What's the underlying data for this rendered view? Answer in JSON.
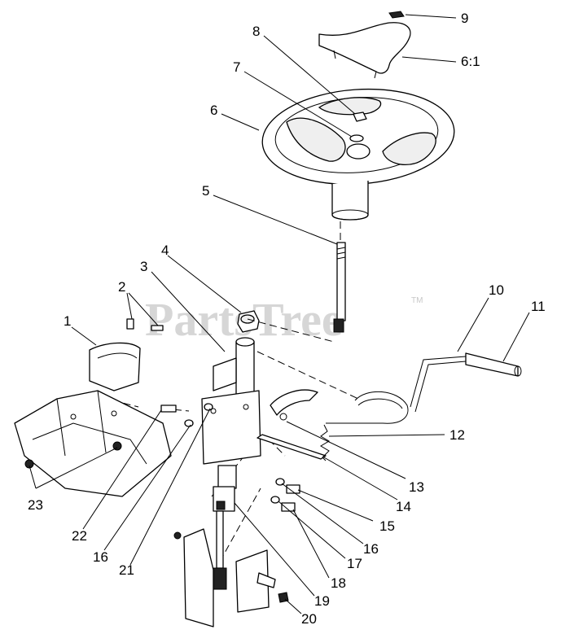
{
  "watermark": {
    "text": "PartsTree",
    "trademark": "TM"
  },
  "callouts": {
    "c1": "1",
    "c2": "2",
    "c3": "3",
    "c4": "4",
    "c5": "5",
    "c6": "6",
    "c6_1": "6:1",
    "c7": "7",
    "c8": "8",
    "c9": "9",
    "c10": "10",
    "c11": "11",
    "c12": "12",
    "c13": "13",
    "c14": "14",
    "c15": "15",
    "c16a": "16",
    "c16b": "16",
    "c17": "17",
    "c18": "18",
    "c19": "19",
    "c20": "20",
    "c21": "21",
    "c22": "22",
    "c23": "23"
  }
}
